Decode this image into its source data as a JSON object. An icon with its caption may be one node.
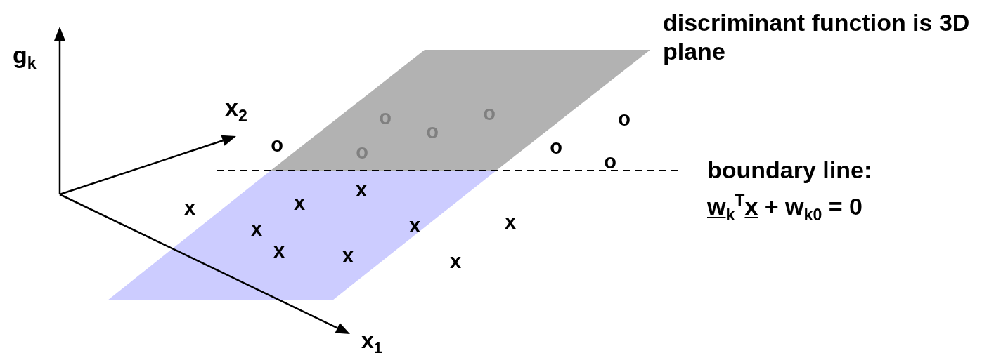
{
  "diagram": {
    "labels": [
      "discriminant function is 3D plane",
      "g$_{k}$",
      "o",
      "o",
      "o",
      "x$_{2}$",
      "o",
      "o",
      "o",
      "o",
      "o",
      "boundary line:",
      "x",
      "x",
      "x",
      "w$_{k}$$^{T}$x + w$_{k0}$ = 0",
      "x",
      "x",
      "x",
      "x",
      "x",
      "x",
      "x$_{1}$"
    ]
  }
}
